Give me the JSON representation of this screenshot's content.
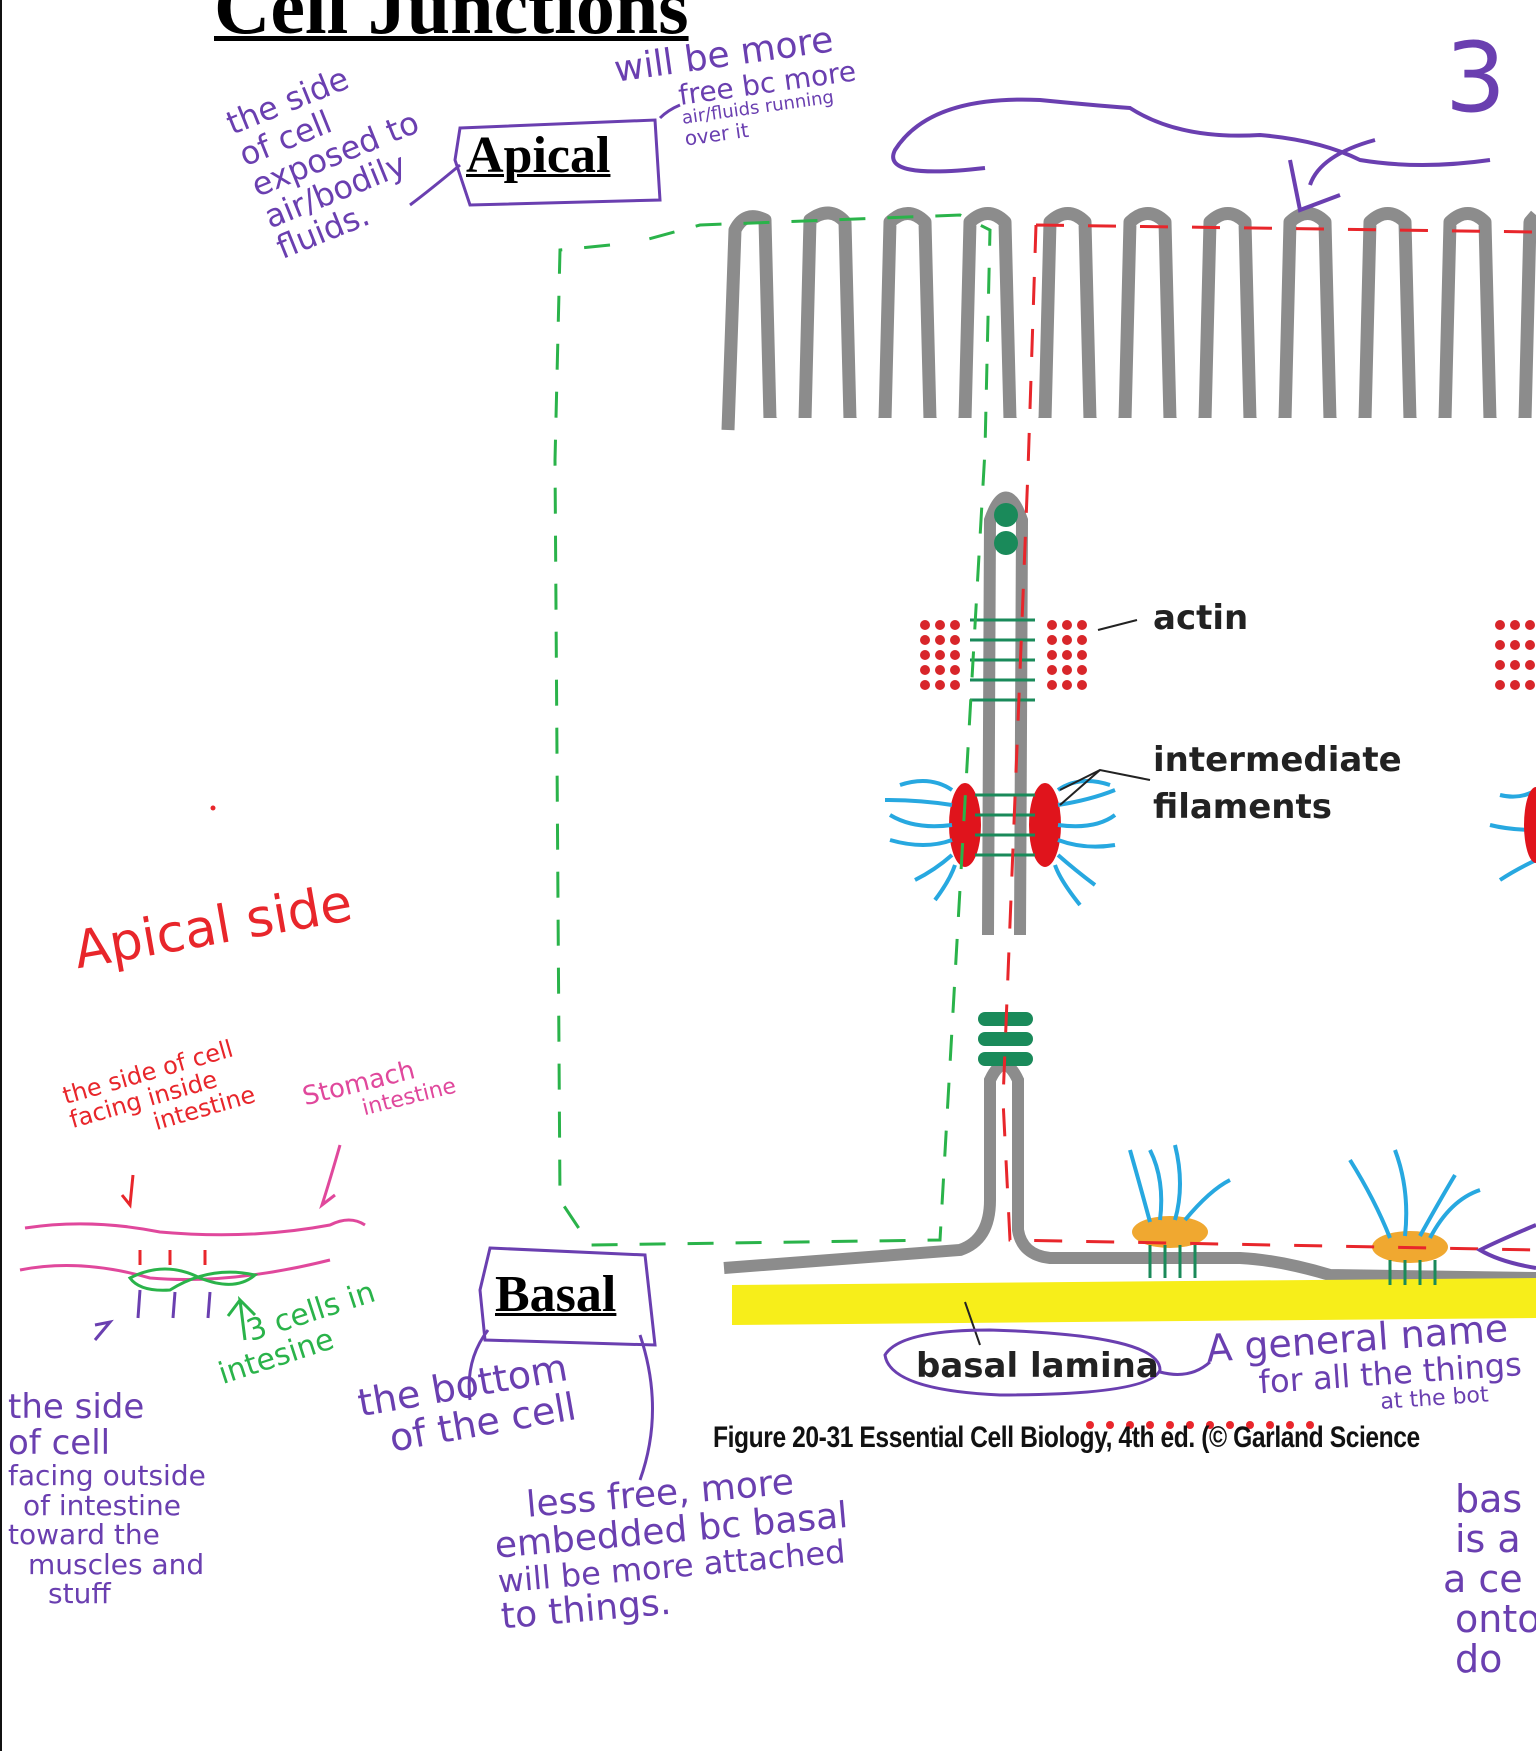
{
  "title": "Cell Junctions",
  "labels": {
    "apical": "Apical",
    "basal": "Basal",
    "actin": "actin",
    "intermediate_line1": "intermediate",
    "intermediate_line2": "filaments",
    "basal_lamina": "basal lamina",
    "caption": "Figure 20-31  Essential Cell Biology, 4th ed. (© Garland Science"
  },
  "annotations": {
    "apical_def": [
      "the side",
      "of cell",
      "exposed to",
      "air/bodily",
      "fluids."
    ],
    "apical_free": [
      "will be more",
      "free bc more",
      "air/fluids running",
      "over it"
    ],
    "number_3": "3",
    "apical_side": "Apical side",
    "side_inside": [
      "the side of cell",
      "facing inside",
      "intestine"
    ],
    "stomach": [
      "Stomach",
      "intestine"
    ],
    "three_cells": [
      "3 cells in",
      "intesine"
    ],
    "side_outside": [
      "the side",
      "of cell",
      "facing outside",
      "of intestine",
      "toward the",
      "muscles and",
      "stuff"
    ],
    "bottom": [
      "the bottom",
      "of the cell"
    ],
    "less_free": [
      "less free, more",
      "embedded bc basal",
      "will be more attached",
      "to things."
    ],
    "general_name": [
      "A general name",
      "for all the things",
      "at the bot"
    ],
    "basal_right": [
      "bas",
      "is a",
      "a ce",
      "onto",
      "do"
    ]
  },
  "colors": {
    "purple_ink": "#6a3fb0",
    "red_ink": "#e8262b",
    "green_ink": "#2ab34a",
    "pink_ink": "#e0489c",
    "membrane": "#8c8c8c",
    "actin": "#d8262a",
    "filaments": "#27a8e0",
    "junction": "#1a8a5a",
    "lamina": "#f7ee1a",
    "hemidesmosome": "#f0a830"
  }
}
